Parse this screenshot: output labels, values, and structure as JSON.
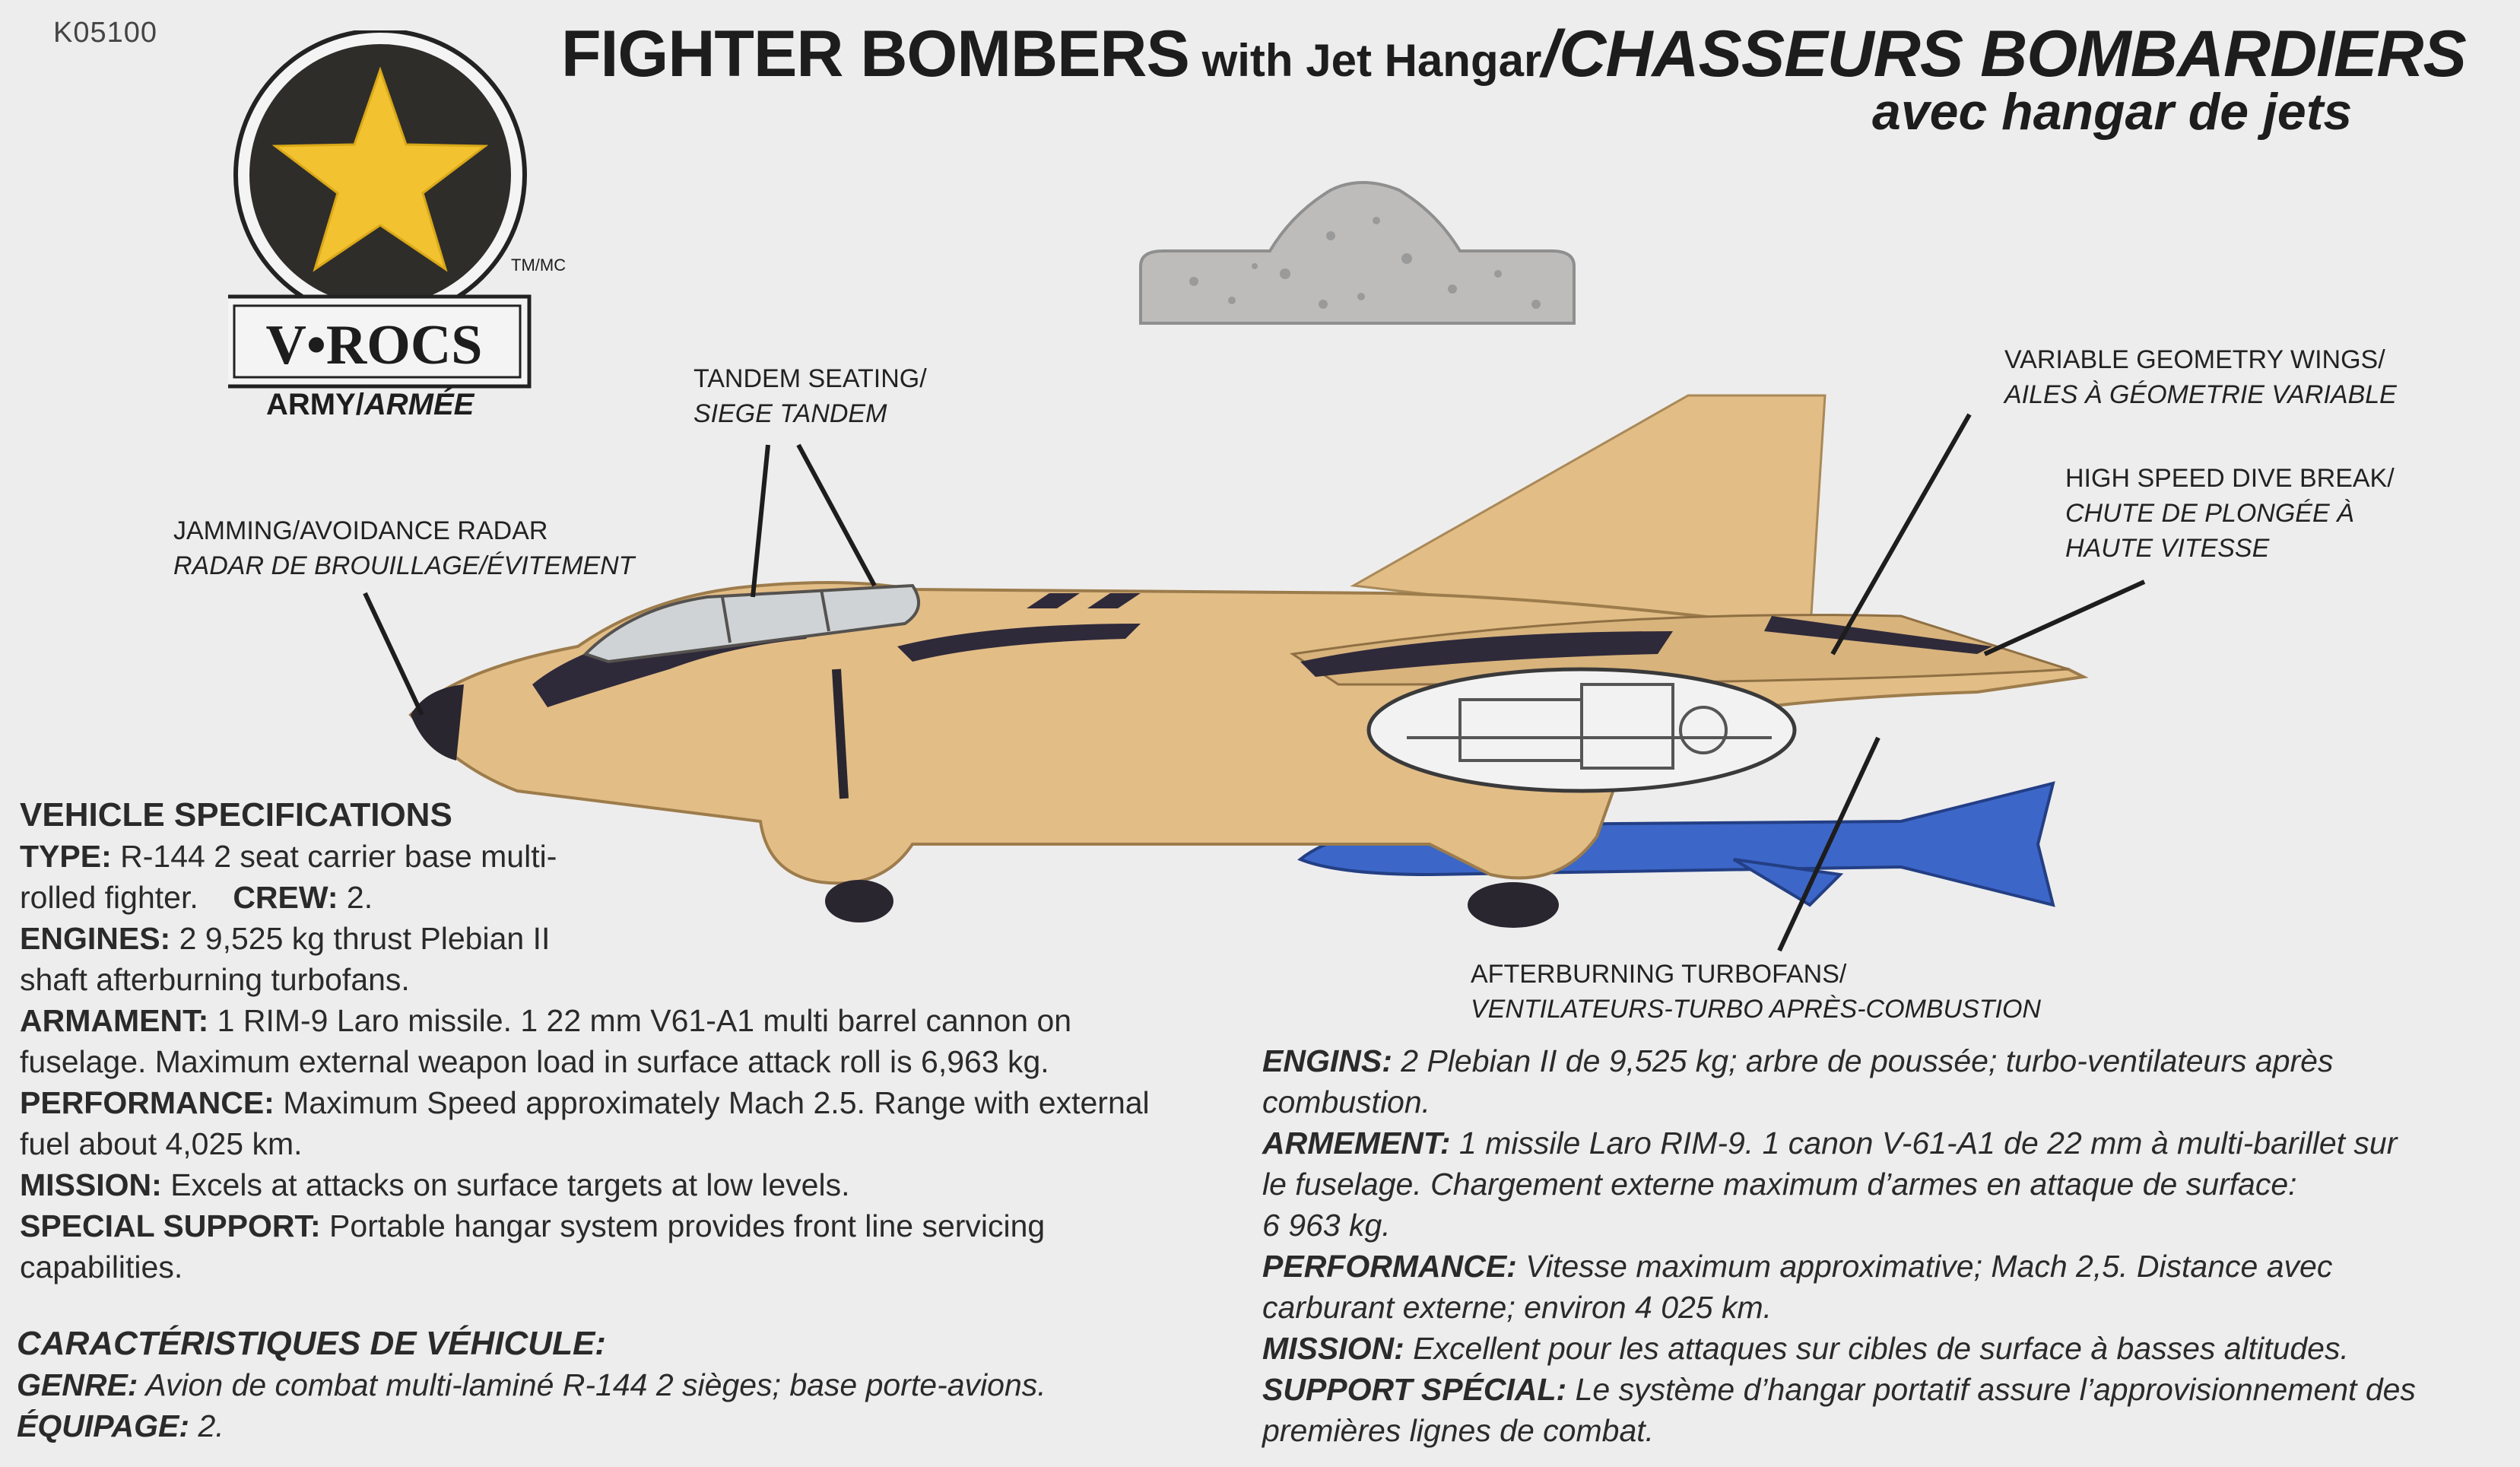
{
  "sku": "K05100",
  "title": {
    "en_main": "FIGHTER BOMBERS",
    "en_sub": " with Jet Hangar",
    "separator": "/",
    "fr_main": "CHASSEURS BOMBARDIERS",
    "fr_sub": "avec hangar de jets"
  },
  "logo": {
    "brand": "V•ROCS",
    "trademark": "TM/MC",
    "division_en": "ARMY/",
    "division_fr": "ARMÉE",
    "star_color": "#f2c230"
  },
  "callouts": {
    "tandem_en": "TANDEM SEATING/",
    "tandem_fr": "SIEGE TANDEM",
    "jamming_en": "JAMMING/AVOIDANCE RADAR",
    "jamming_fr": "RADAR DE BROUILLAGE/ÉVITEMENT",
    "wings_en": "VARIABLE GEOMETRY WINGS/",
    "wings_fr": "AILES À GÉOMETRIE VARIABLE",
    "dive_en": "HIGH SPEED DIVE BREAK/",
    "dive_fr1": "CHUTE DE PLONGÉE À",
    "dive_fr2": "HAUTE VITESSE",
    "turbo_en": "AFTERBURNING TURBOFANS/",
    "turbo_fr": "VENTILATEURS-TURBO APRÈS-COMBUSTION"
  },
  "specs_en": {
    "heading": "VEHICLE SPECIFICATIONS",
    "type_label": "TYPE:",
    "type_text1": " R-144 2 seat carrier base multi-",
    "type_text2": "rolled fighter.",
    "crew_label": "CREW:",
    "crew_text": " 2.",
    "engines_label": "ENGINES:",
    "engines_text1": " 2 9,525 kg thrust Plebian II",
    "engines_text2": "shaft afterburning turbofans.",
    "armament_label": "ARMAMENT:",
    "armament_text1": " 1 RIM-9 Laro missile. 1 22 mm V61-A1 multi barrel cannon on",
    "armament_text2": "fuselage. Maximum external weapon load in surface attack roll is 6,963 kg.",
    "performance_label": "PERFORMANCE:",
    "performance_text1": " Maximum Speed approximately Mach 2.5. Range with external",
    "performance_text2": "fuel about 4,025 km.",
    "mission_label": "MISSION:",
    "mission_text": " Excels at attacks on surface targets at low levels.",
    "support_label": "SPECIAL SUPPORT:",
    "support_text1": " Portable hangar system provides front line servicing",
    "support_text2": "capabilities."
  },
  "specs_fr": {
    "heading": "CARACTÉRISTIQUES DE VÉHICULE:",
    "genre_label": "GENRE:",
    "genre_text": " Avion de combat multi-laminé R-144 2 sièges; base porte-avions.",
    "equipage_label": "ÉQUIPAGE:",
    "equipage_text": " 2.",
    "engins_label": "ENGINS:",
    "engins_text1": " 2 Plebian II de 9,525 kg; arbre de poussée; turbo-ventilateurs après",
    "engins_text2": "combustion.",
    "armement_label": "ARMEMENT:",
    "armement_text1": " 1 missile Laro RIM-9. 1 canon V-61-A1 de 22 mm à multi-barillet sur",
    "armement_text2": "le fuselage. Chargement externe maximum d’armes en attaque de surface:",
    "armement_text3": "6 963 kg.",
    "performance_label": "PERFORMANCE:",
    "performance_text1": " Vitesse maximum approximative; Mach 2,5. Distance avec",
    "performance_text2": "carburant externe; environ 4 025 km.",
    "mission_label": "MISSION:",
    "mission_text": " Excellent pour les attaques sur cibles de surface à basses altitudes.",
    "support_label": "SUPPORT SPÉCIAL:",
    "support_text1": " Le système d’hangar portatif assure l’approvisionnement des",
    "support_text2": "premières lignes de combat."
  },
  "colors": {
    "plane_tan": "#e2bd86",
    "plane_shadow": "#c99d62",
    "stripe": "#2f2a3a",
    "missile": "#3c66c8",
    "background": "#eeeded"
  }
}
